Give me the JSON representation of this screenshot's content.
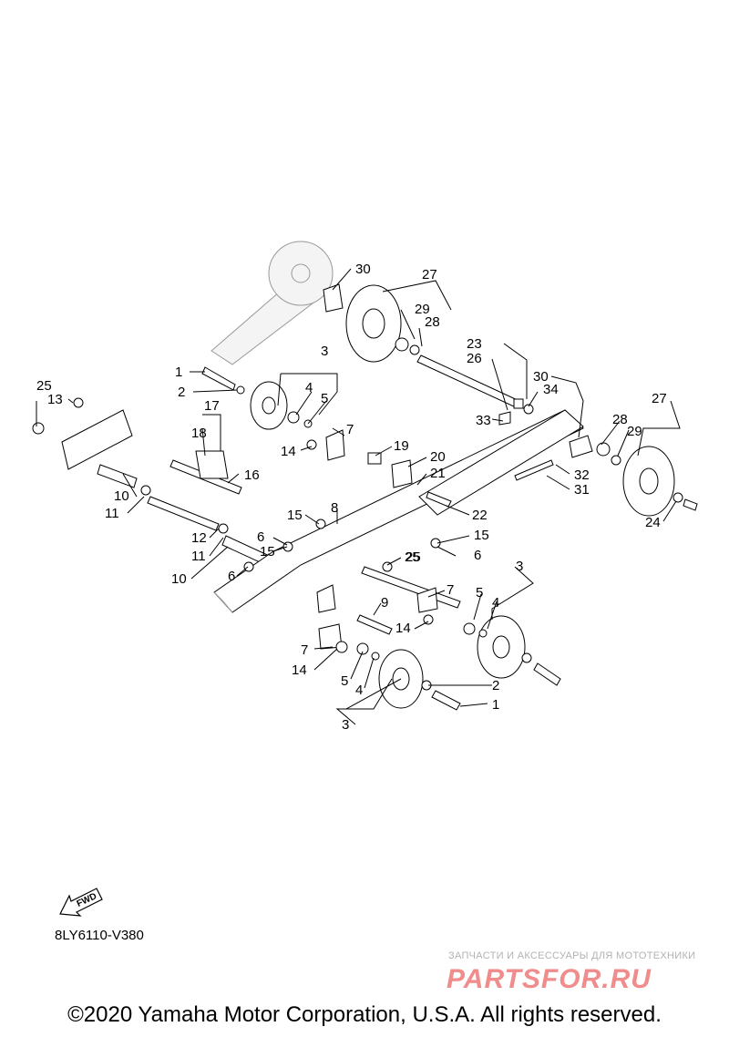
{
  "diagram_code": "8LY6110-V380",
  "fwd_label": "FWD",
  "watermark": {
    "line1": "ЗАПЧАСТИ И АКСЕССУАРЫ ДЛЯ МОТОТЕХНИКИ",
    "logo": "PARTSFOR.RU"
  },
  "copyright": "©2020 Yamaha Motor Corporation, U.S.A. All rights reserved.",
  "callouts": [
    "30",
    "27",
    "29",
    "28",
    "23",
    "26",
    "1",
    "3",
    "2",
    "4",
    "5",
    "25",
    "13",
    "17",
    "18",
    "30",
    "34",
    "27",
    "7",
    "33",
    "28",
    "29",
    "14",
    "19",
    "20",
    "16",
    "21",
    "32",
    "31",
    "10",
    "11",
    "22",
    "24",
    "15",
    "8",
    "25",
    "15",
    "12",
    "6",
    "6",
    "11",
    "15",
    "25",
    "10",
    "6",
    "3",
    "7",
    "9",
    "5",
    "4",
    "14",
    "7",
    "14",
    "5",
    "4",
    "2",
    "1",
    "3"
  ]
}
